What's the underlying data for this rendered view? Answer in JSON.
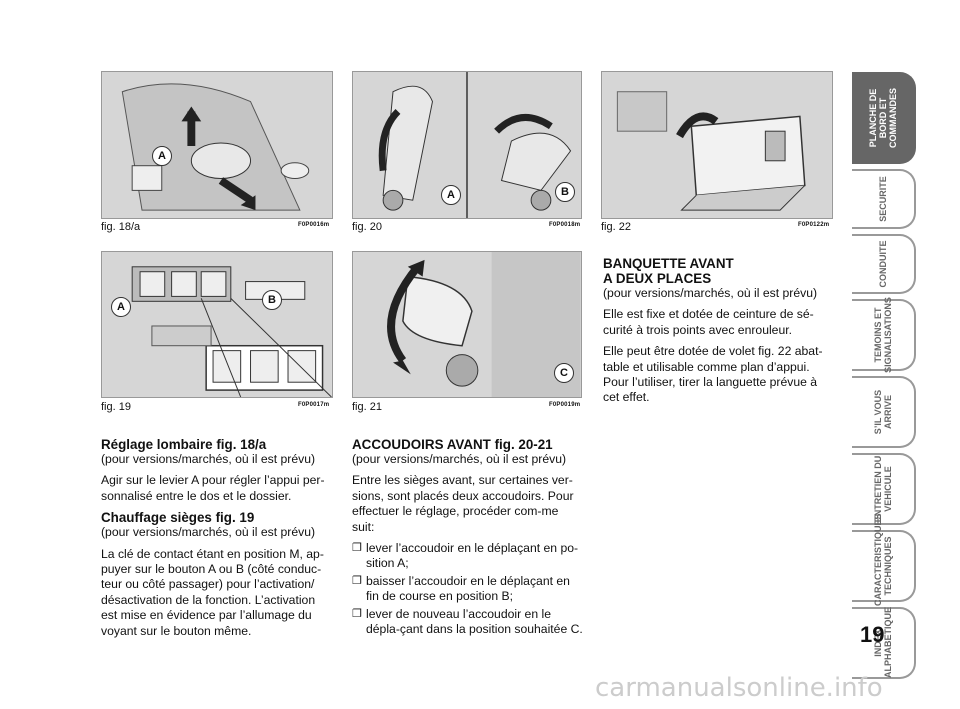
{
  "figures": [
    {
      "caption": "fig. 18/a",
      "code": "F0P0016m",
      "labels": [
        "A"
      ]
    },
    {
      "caption": "fig. 20",
      "code": "F0P0018m",
      "labels": [
        "A",
        "B"
      ]
    },
    {
      "caption": "fig. 22",
      "code": "F0P0122m",
      "labels": []
    },
    {
      "caption": "fig. 19",
      "code": "F0P0017m",
      "labels": [
        "A",
        "B"
      ]
    },
    {
      "caption": "fig. 21",
      "code": "F0P0019m",
      "labels": [
        "C"
      ]
    }
  ],
  "col1": {
    "h1": "Réglage lombaire fig. 18/a",
    "h1_sub": "(pour versions/marchés, où il est prévu)",
    "p1": "Agir sur le levier A pour régler l’appui per-sonnalisé entre le dos et le dossier.",
    "h2": "Chauffage sièges fig. 19",
    "h2_sub": "(pour versions/marchés, où il est prévu)",
    "p2": "La clé de contact étant en position M, ap-puyer sur le bouton A ou B (côté conduc-teur ou côté passager) pour l’activation/ désactivation de la fonction. L’activation est mise en évidence par l’allumage du voyant sur le bouton même."
  },
  "col2": {
    "h": "ACCOUDOIRS AVANT fig. 20-21",
    "sub": "(pour versions/marchés, où il est prévu)",
    "p": "Entre les sièges avant, sur certaines ver-sions, sont placés deux accoudoirs. Pour effectuer le réglage, procéder com-me suit:",
    "items": [
      "lever l’accoudoir en le déplaçant en po-sition A;",
      "baisser l’accoudoir en le déplaçant en fin de course en position B;",
      "lever de nouveau l’accoudoir en le dépla-çant dans la position souhaitée C."
    ]
  },
  "col3": {
    "h_line1": "BANQUETTE AVANT",
    "h_line2": "A DEUX PLACES",
    "sub": "(pour versions/marchés, où il est prévu)",
    "p1": "Elle est fixe et dotée de ceinture de sé-curité à trois points avec enrouleur.",
    "p2": "Elle peut être dotée de volet fig. 22 abat-table et utilisable comme plan d’appui. Pour l’utiliser, tirer la languette prévue à cet effet."
  },
  "sidebar": {
    "tabs": [
      {
        "label": "PLANCHE DE BORD ET COMMANDES",
        "active": true
      },
      {
        "label": "SECURITE",
        "active": false
      },
      {
        "label": "CONDUITE",
        "active": false
      },
      {
        "label": "TEMOINS ET SIGNALISATIONS",
        "active": false
      },
      {
        "label": "S’IL VOUS ARRIVE",
        "active": false
      },
      {
        "label": "ENTRETIEN DU VEHICULE",
        "active": false
      },
      {
        "label": "CARACTERISTIQUES TECHNIQUES",
        "active": false
      },
      {
        "label": "INDEX ALPHABETIQUE",
        "active": false
      }
    ]
  },
  "page_number": "19",
  "watermark": "carmanualsonline.info"
}
